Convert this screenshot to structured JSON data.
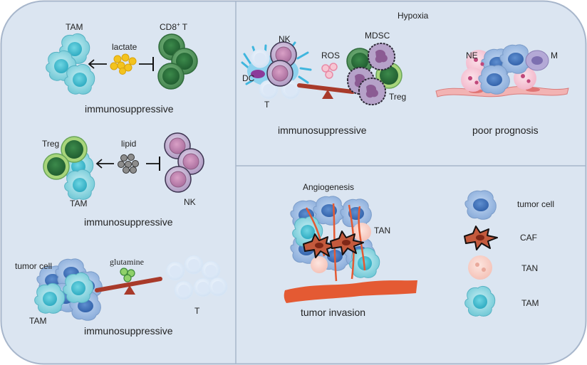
{
  "panel_top_left": {
    "row1": {
      "left_cell": "TAM",
      "right_cell_prefix": "CD8",
      "right_cell_sup": "+",
      "right_cell_suffix": " T",
      "metabolite": "lactate",
      "effect": "immunosuppressive"
    },
    "row2": {
      "left_cell_top": "Treg",
      "left_cell_bottom": "TAM",
      "right_cell": "NK",
      "metabolite": "lipid",
      "effect": "immunosuppressive"
    },
    "row3": {
      "left_cells_label": "tumor cell",
      "left_cells_label2": "TAM",
      "right_cell": "T",
      "metabolite": "glutamine",
      "effect": "immunosuppressive"
    }
  },
  "panel_top_right": {
    "title": "Hypoxia",
    "left": {
      "nk": "NK",
      "dc": "DC",
      "t": "T",
      "ros": "ROS",
      "mdsc": "MDSC",
      "treg": "Treg",
      "effect": "immunosuppressive"
    },
    "right": {
      "ne": "NE",
      "m": "M",
      "effect": "poor prognosis"
    }
  },
  "panel_bottom_right": {
    "title": "Angiogenesis",
    "tan_label": "TAN",
    "effect": "tumor invasion",
    "legend": [
      {
        "icon": "tumor-cell-icon",
        "label": "tumor cell"
      },
      {
        "icon": "caf-icon",
        "label": "CAF"
      },
      {
        "icon": "tan-icon",
        "label": "TAN"
      },
      {
        "icon": "tam-icon",
        "label": "TAM"
      }
    ]
  },
  "colors": {
    "background": "#dbe5f1",
    "panel_border": "#a7b6cb",
    "tam": "#7fd0dc",
    "tumor": "#8fb3e0",
    "cd8_treg": "#4a8c57",
    "nk": "#c6a9cf",
    "lactate": "#f3c31e",
    "ros": "#f0a6b8",
    "seesaw": "#a83a2a",
    "vessel": "#e45a33",
    "caf": "#9b3b2a"
  }
}
